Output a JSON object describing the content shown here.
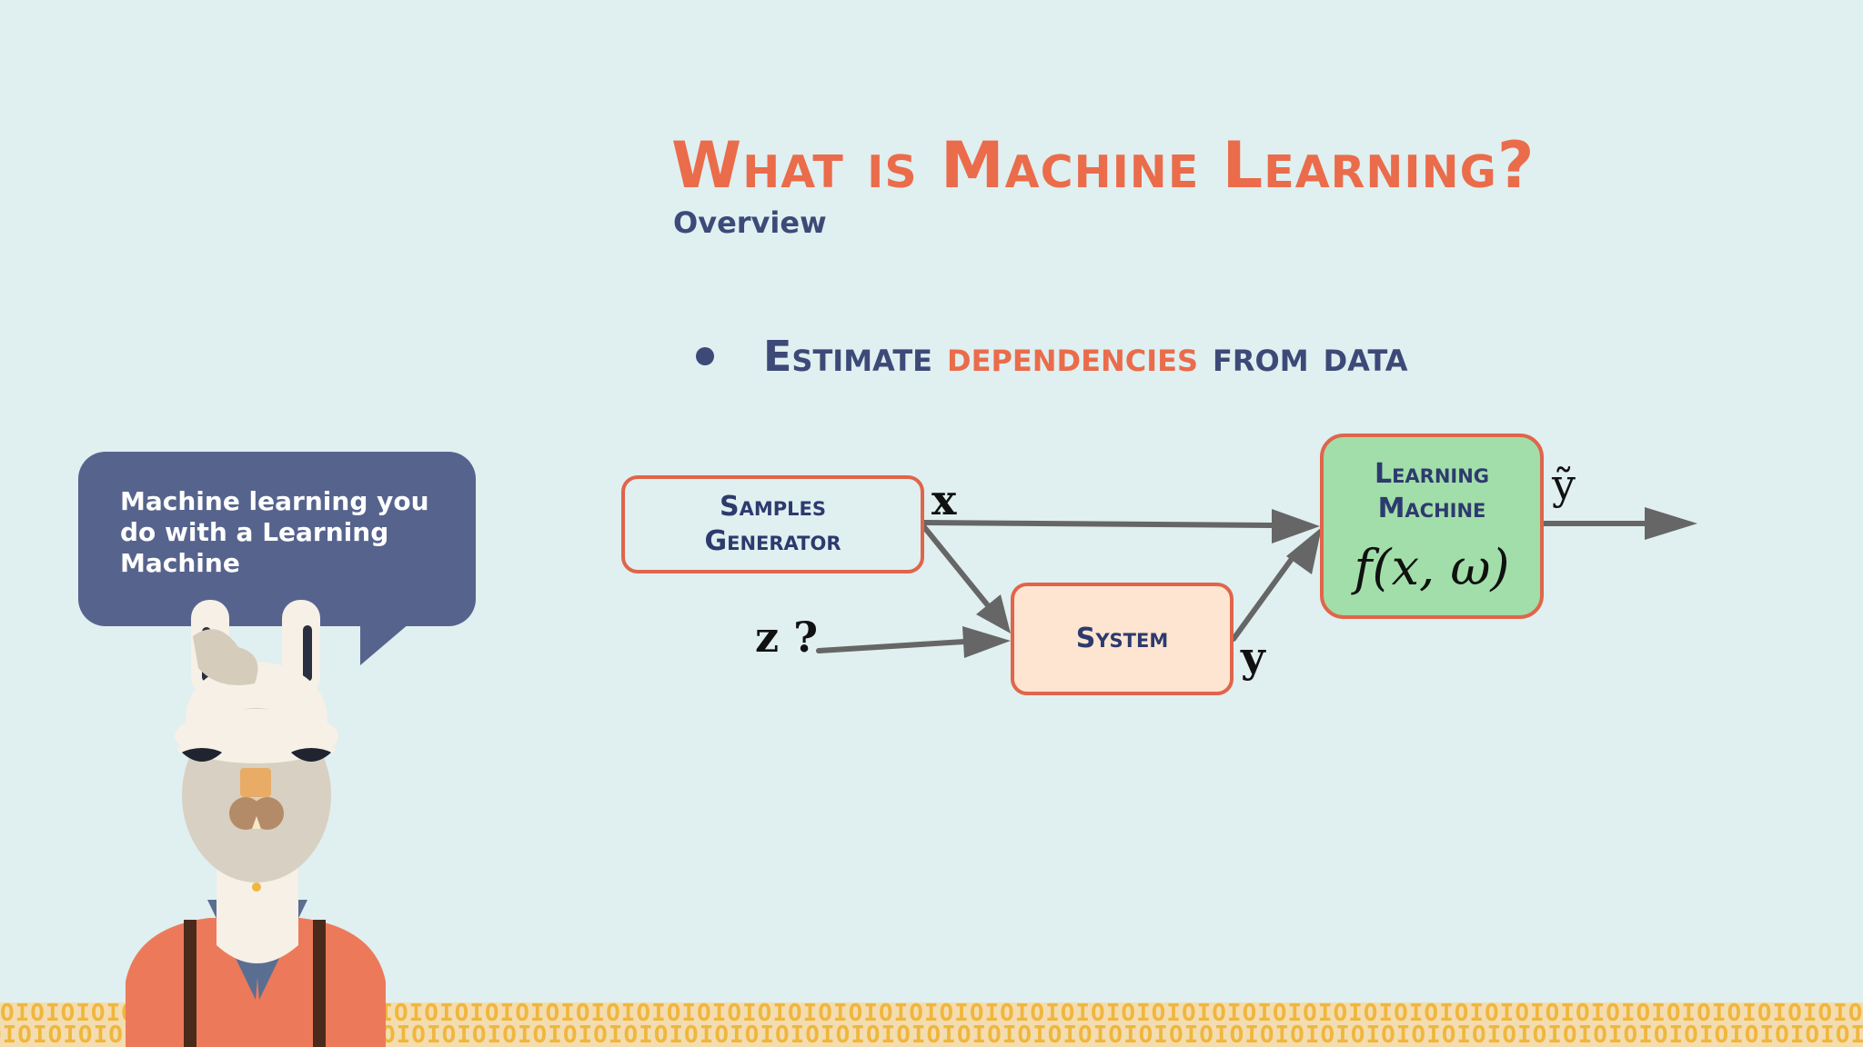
{
  "slide": {
    "title": "What is Machine Learning?",
    "subtitle": "Overview"
  },
  "bullet": {
    "before": "Estimate ",
    "highlight": "dependencies",
    "after": " from data"
  },
  "diagram": {
    "samples_line1": "Samples",
    "samples_line2": "Generator",
    "system": "System",
    "learning_line1": "Learning",
    "learning_line2": "Machine",
    "formula": "f(x, ω)",
    "var_x": "x",
    "var_y": "y",
    "var_z": "z ?",
    "var_ytilde": "ỹ"
  },
  "bubble": {
    "text": "Machine learning you do with a Learning Machine"
  },
  "footer": {
    "pattern": "OIOIOIOIOIOIOIOIOIOIOIOIOIOIOIOIOIOIOIOIOIOIOIOIOIOIOIOIOIOIOIOIOIOIOIOIOIOIOIOIOIOIOIOIOIOIOIOIOIOIOIOIOIOIOIOIOIOIOIOIOIOIOIOIOIOI"
  },
  "colors": {
    "background": "#e0eff0",
    "accent_orange": "#ea6c4b",
    "navy": "#3d4a78",
    "learning_box": "#a2dea9",
    "system_box": "#fde5d1",
    "arrow": "#666666"
  },
  "icons": [
    "llama-mascot-illustration",
    "arrow-right-icon"
  ]
}
